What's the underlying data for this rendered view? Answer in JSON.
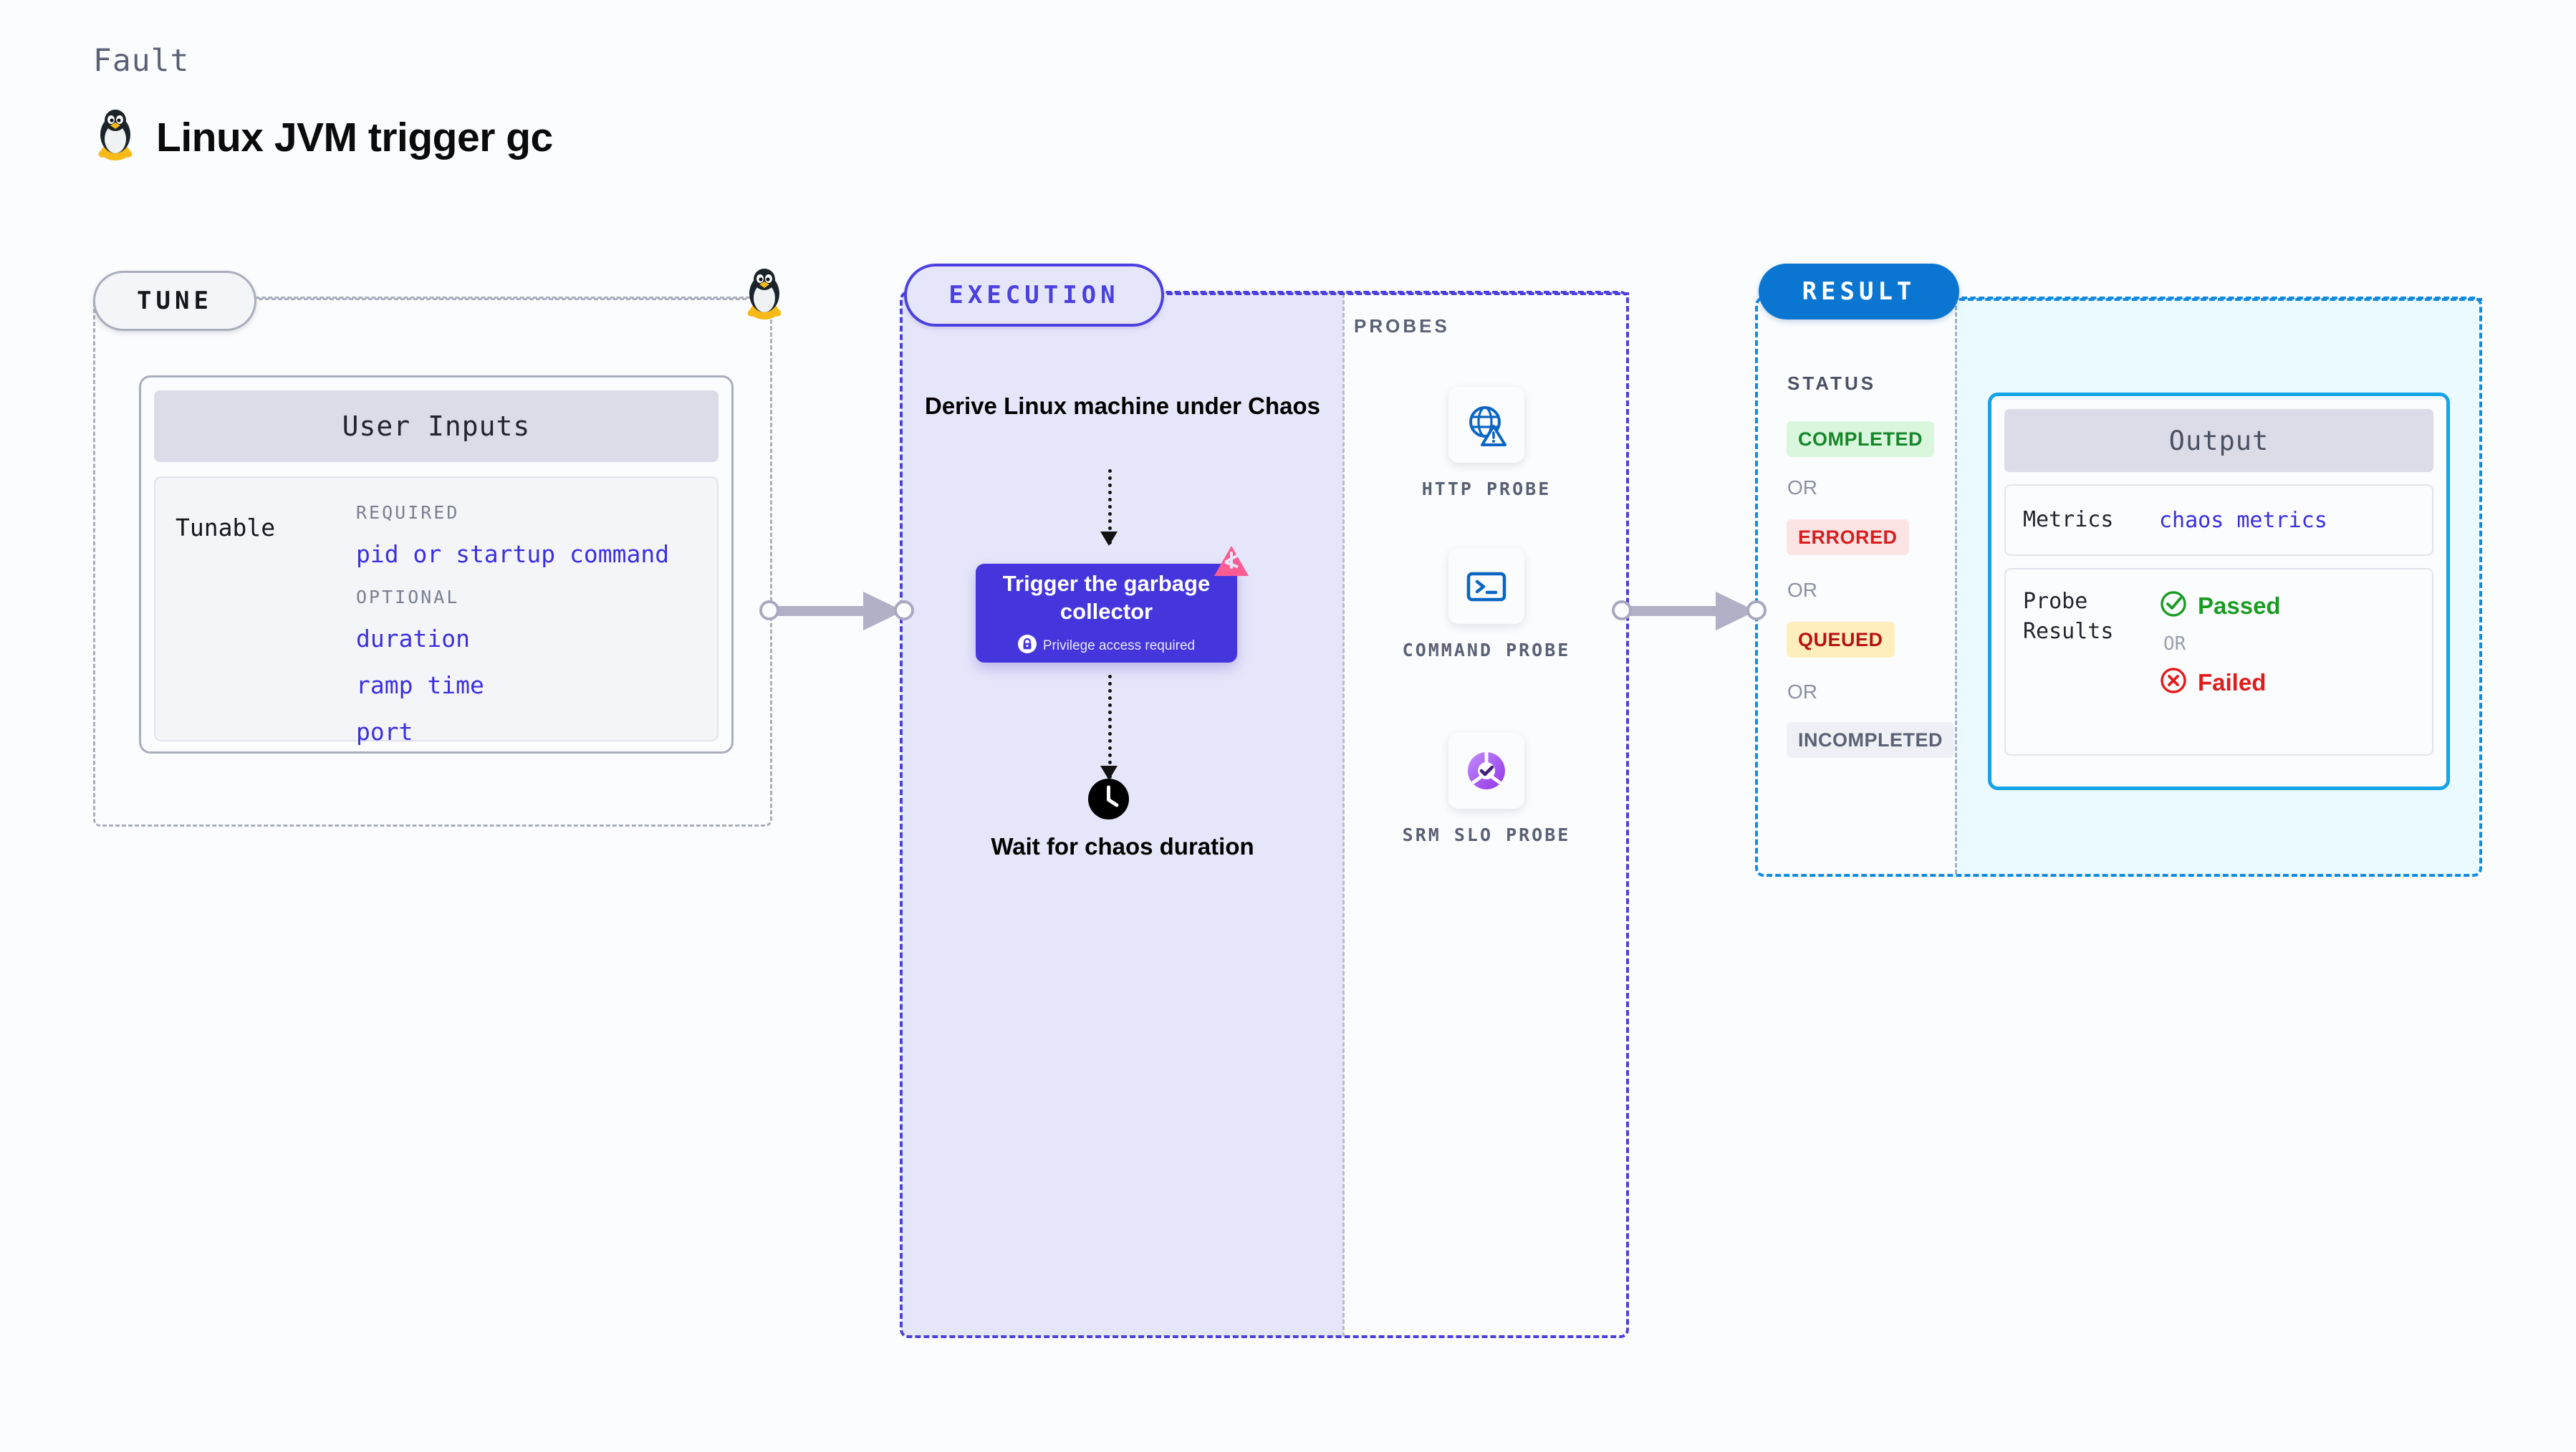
{
  "header": {
    "eyebrow": "Fault",
    "title": "Linux JVM trigger gc",
    "icon": "tux-penguin-icon"
  },
  "tune": {
    "pill_label": "TUNE",
    "card_header": "User Inputs",
    "row_label": "Tunable",
    "groups": [
      {
        "label": "REQUIRED",
        "items": [
          "pid or startup command"
        ]
      },
      {
        "label": "OPTIONAL",
        "items": [
          "duration",
          "ramp time",
          "port"
        ]
      }
    ]
  },
  "execution": {
    "pill_label": "EXECUTION",
    "step_derive": "Derive Linux machine under Chaos",
    "gc_box": {
      "title": "Trigger the garbage collector",
      "privilege_note": "Privilege access required",
      "lock_icon": "lock-icon",
      "badge_icon": "chaos-triangle-icon"
    },
    "step_wait": "Wait for chaos duration",
    "clock_icon": "clock-icon"
  },
  "probes": {
    "section_label": "PROBES",
    "items": [
      {
        "label": "HTTP PROBE",
        "icon": "globe-warning-icon"
      },
      {
        "label": "COMMAND PROBE",
        "icon": "terminal-icon"
      },
      {
        "label": "SRM SLO PROBE",
        "icon": "slo-donut-check-icon"
      }
    ]
  },
  "result": {
    "pill_label": "RESULT",
    "status_label": "STATUS",
    "or_text": "OR",
    "statuses": [
      {
        "label": "COMPLETED",
        "bg": "#d9f7dd",
        "fg": "#17862b"
      },
      {
        "label": "ERRORED",
        "bg": "#fde4e4",
        "fg": "#d62020"
      },
      {
        "label": "QUEUED",
        "bg": "#fdeebb",
        "fg": "#b51414"
      },
      {
        "label": "INCOMPLETED",
        "bg": "#eff0f6",
        "fg": "#5b6175"
      }
    ],
    "output": {
      "header": "Output",
      "metrics_label": "Metrics",
      "metrics_value": "chaos metrics",
      "probe_results_label": "Probe Results",
      "passed_label": "Passed",
      "failed_label": "Failed",
      "or_text": "OR",
      "passed_icon": "check-circle-icon",
      "failed_icon": "x-circle-icon"
    }
  },
  "colors": {
    "background": "#fbfcfe",
    "tune_border": "#a9aebd",
    "execution_accent": "#4b3fe0",
    "execution_fill": "#e6e6fa",
    "gc_box": "#4436dc",
    "result_accent": "#128ae0",
    "result_fill": "#eafaff",
    "output_border": "#16a3e8",
    "link_text": "#3b2fe0",
    "chaos_badge": "#fb5c94"
  }
}
